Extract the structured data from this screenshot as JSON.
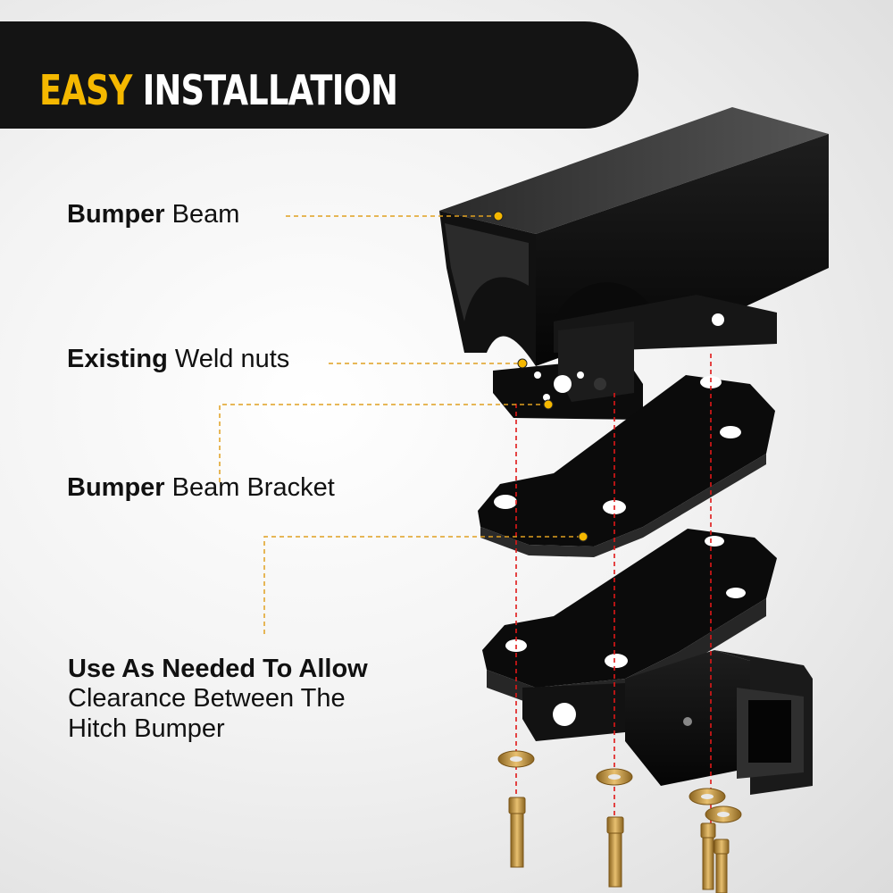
{
  "banner": {
    "accent": "EASY",
    "title": "INSTALLATION"
  },
  "labels": {
    "bumper_beam": {
      "bold": "Bumper",
      "rest": " Beam"
    },
    "weld_nuts": {
      "bold": "Existing",
      "rest": " Weld nuts"
    },
    "bracket": {
      "bold": "Bumper",
      "rest": " Beam Bracket"
    },
    "clearance": {
      "line1": "Use As Needed To Allow",
      "line2": "Clearance Between The",
      "line3": "Hitch Bumper"
    }
  },
  "colors": {
    "accent": "#f5b800",
    "banner": "#141414",
    "guide": "#e01818",
    "part": "#0d0d0d"
  },
  "icons": [
    "bumper-beam",
    "weld-nut-plate",
    "bracket-plate",
    "hitch-receiver",
    "washer",
    "bolt"
  ]
}
